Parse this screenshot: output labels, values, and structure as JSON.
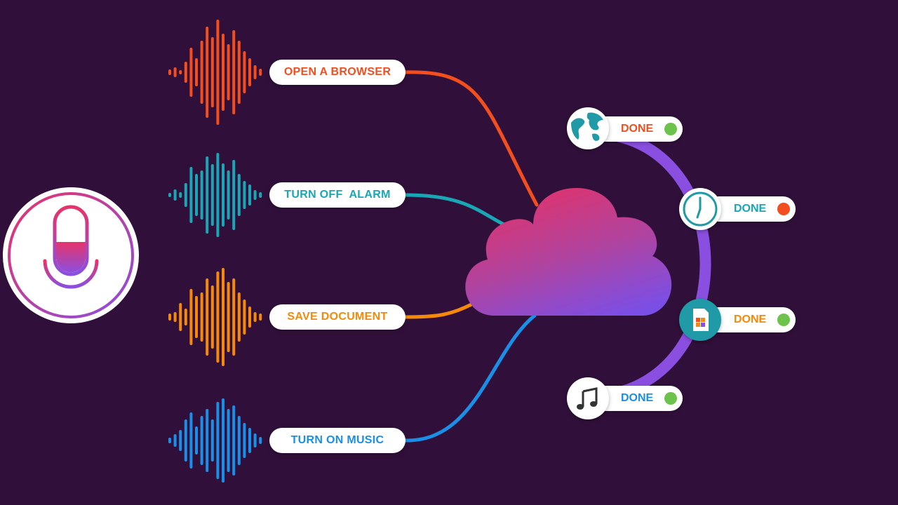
{
  "commands": [
    {
      "label": "OPEN A BROWSER",
      "color": "#f24e1e"
    },
    {
      "label": "TURN OFF  ALARM",
      "color": "#19a7b5"
    },
    {
      "label": "SAVE DOCUMENT",
      "color": "#f58a0a"
    },
    {
      "label": "TURN ON MUSIC",
      "color": "#1a8fe8"
    }
  ],
  "results": [
    {
      "label": "DONE",
      "label_color": "#f24e1e",
      "status_color": "#6cc24a",
      "icon": "globe-icon"
    },
    {
      "label": "DONE",
      "label_color": "#19a7b5",
      "status_color": "#f24e1e",
      "icon": "clock-icon"
    },
    {
      "label": "DONE",
      "label_color": "#f58a0a",
      "status_color": "#6cc24a",
      "icon": "document-icon"
    },
    {
      "label": "DONE",
      "label_color": "#1a8fe8",
      "status_color": "#6cc24a",
      "icon": "music-note-icon"
    }
  ],
  "colors": {
    "background": "#30103a",
    "accent_pink": "#e8336a",
    "accent_purple": "#8a4fe0"
  },
  "icons": {
    "microphone": "microphone-icon",
    "cloud": "cloud-icon"
  }
}
